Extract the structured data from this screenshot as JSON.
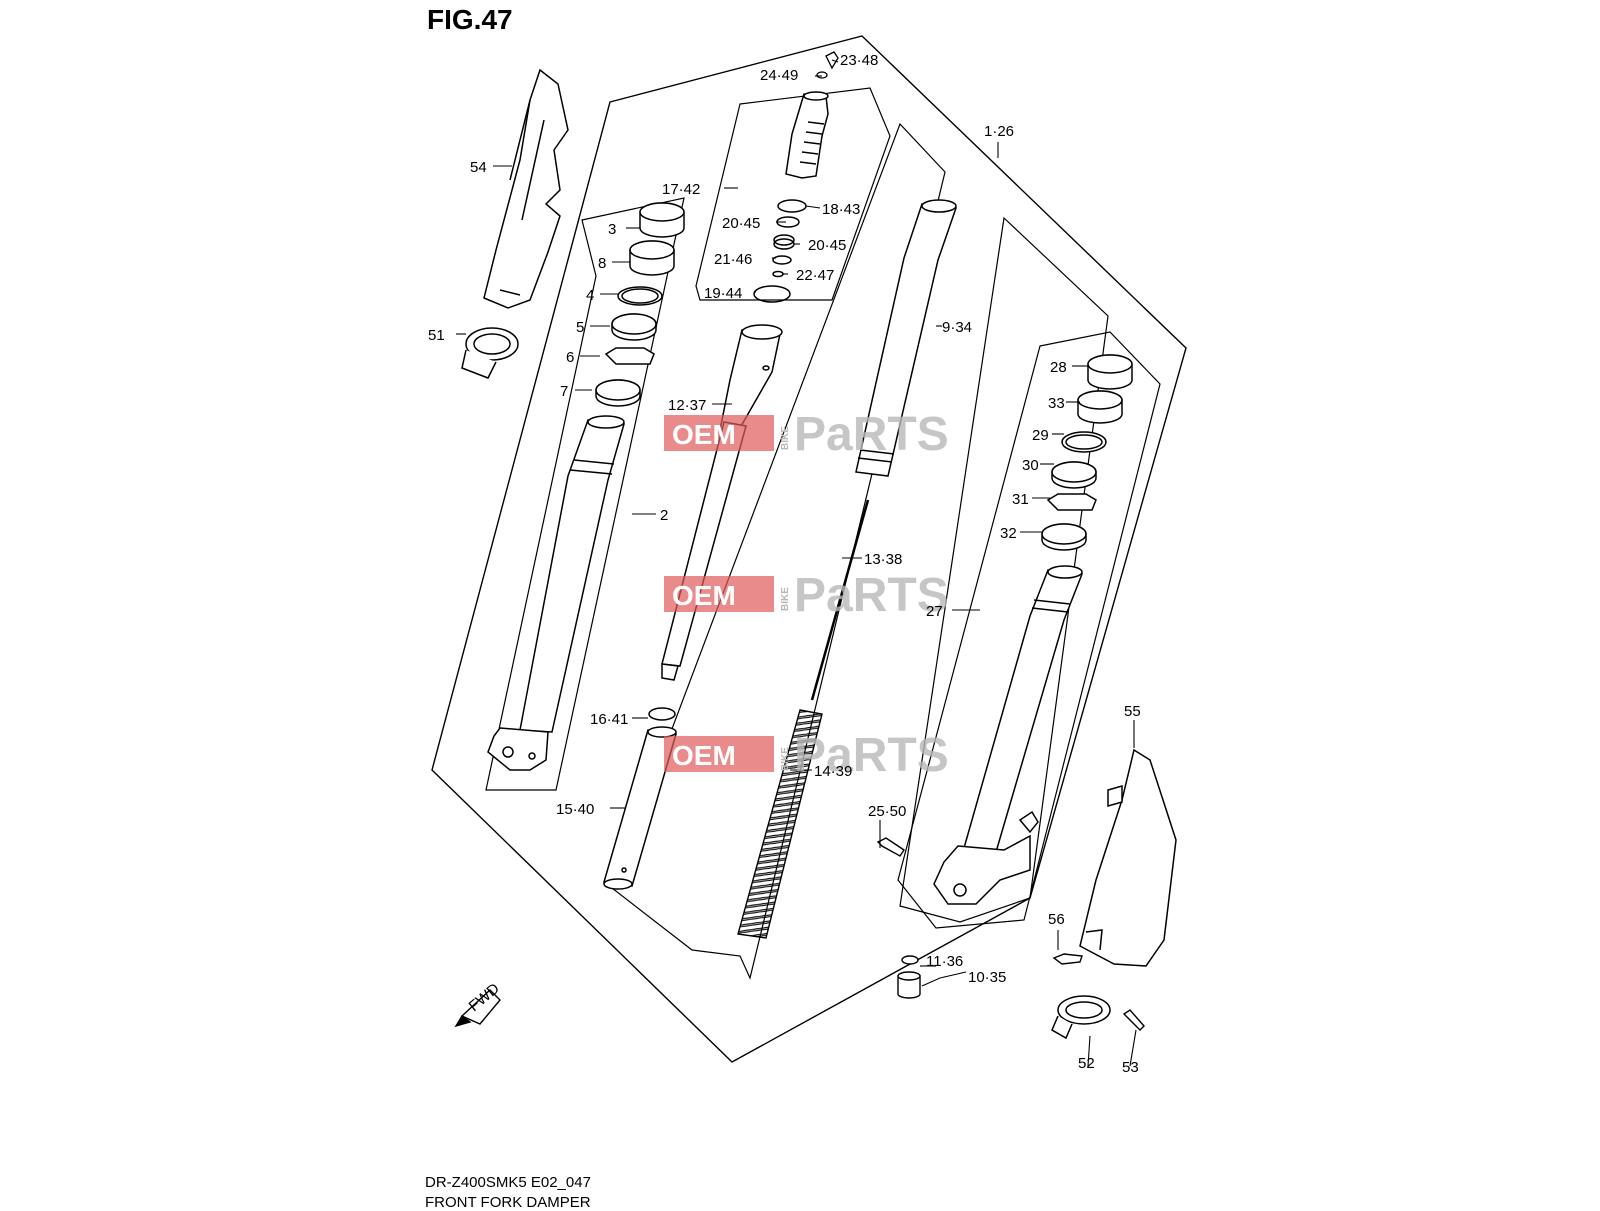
{
  "figure": {
    "title": "FIG.47",
    "model_code": "DR-Z400SMK5 E02_047",
    "caption": "FRONT FORK DAMPER"
  },
  "watermark": {
    "brand_left": "OEM",
    "brand_mid": "BIKE",
    "brand_right": "PaRTS",
    "accent_color": "#e05a5a",
    "grey_color": "#b8b8b8"
  },
  "orientation_icon": {
    "icon": "fwd-arrow-icon",
    "label": "FWD"
  },
  "part_labels": [
    "23·48",
    "24·49",
    "1·26",
    "54",
    "17·42",
    "18·43",
    "20·45",
    "20·45",
    "21·46",
    "22·47",
    "19·44",
    "3",
    "8",
    "4",
    "5",
    "6",
    "7",
    "51",
    "9·34",
    "12·37",
    "28",
    "33",
    "29",
    "30",
    "31",
    "32",
    "2",
    "13·38",
    "27",
    "16·41",
    "14·39",
    "15·40",
    "25·50",
    "55",
    "56",
    "11·36",
    "10·35",
    "52",
    "53"
  ]
}
